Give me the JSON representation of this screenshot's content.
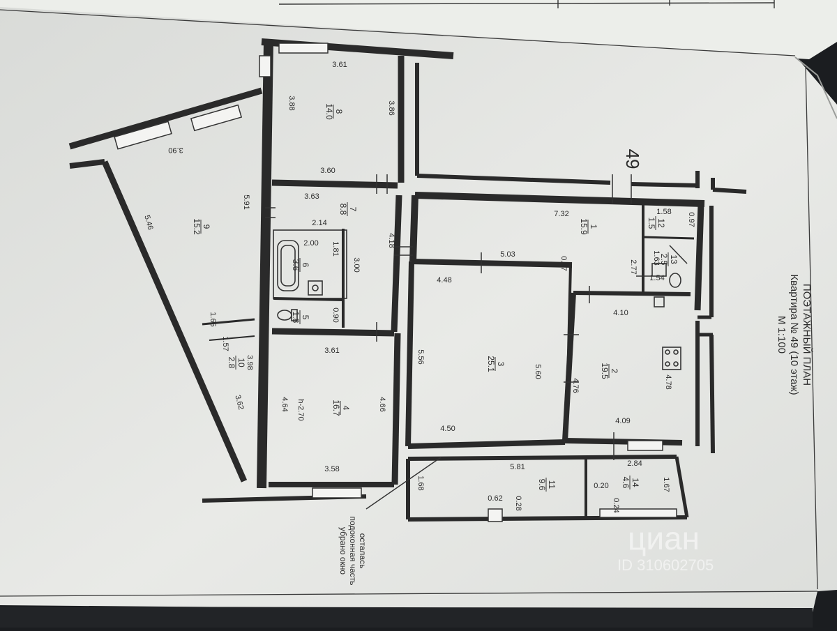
{
  "title": "ПОЭТАЖНЫЙ ПЛАН",
  "apartment": "Квартира № 49 (10 этаж)",
  "scale": "М 1:100",
  "plan_number": "49",
  "note": [
    "убрано окно",
    "подоконная часть",
    "осталась"
  ],
  "watermark": {
    "brand": "циан",
    "id": "ID 310602705"
  },
  "rooms": {
    "r1": {
      "num": "1",
      "area": "15.9",
      "d": [
        "7.32",
        "0.87",
        "2.77"
      ]
    },
    "r2": {
      "num": "2",
      "area": "19.5",
      "d": [
        "4.10",
        "4.76",
        "4.78",
        "4.09"
      ]
    },
    "r3": {
      "num": "3",
      "area": "25.1",
      "d": [
        "5.03",
        "4.48",
        "5.56",
        "5.60",
        "4.50"
      ]
    },
    "r4": {
      "num": "4",
      "area": "16.7",
      "d": [
        "3.61",
        "4.64",
        "4.66",
        "3.58"
      ],
      "h": "h-2.70"
    },
    "r5": {
      "num": "5",
      "area": "1.8",
      "d": [
        "0.90"
      ]
    },
    "r6": {
      "num": "6",
      "area": "3.6",
      "d": [
        "2.00",
        "1.81",
        "3.00"
      ]
    },
    "r7": {
      "num": "7",
      "area": "8.8",
      "d": [
        "3.63",
        "2.14",
        "4.18"
      ]
    },
    "r8": {
      "num": "8",
      "area": "14.0",
      "d": [
        "3.61",
        "3.88",
        "3.86",
        "3.60"
      ]
    },
    "r9": {
      "num": "9",
      "area": "15.2",
      "d": [
        "3.90",
        "5.46",
        "5.91"
      ]
    },
    "r10": {
      "num": "10",
      "area": "2.8",
      "d": [
        "1.65",
        "1.57",
        "3.98",
        "3.62"
      ]
    },
    "r11": {
      "num": "11",
      "area": "9.6",
      "d": [
        "5.81",
        "1.68",
        "0.62",
        "0.28"
      ]
    },
    "r12": {
      "num": "12",
      "area": "1.5",
      "d": [
        "1.58",
        "0.97"
      ]
    },
    "r13": {
      "num": "13",
      "area": "2.5",
      "d": [
        "1.63",
        "1.54"
      ]
    },
    "r14": {
      "num": "14",
      "area": "4.6",
      "d": [
        "2.84",
        "1.67",
        "0.20",
        "0.24"
      ]
    }
  }
}
